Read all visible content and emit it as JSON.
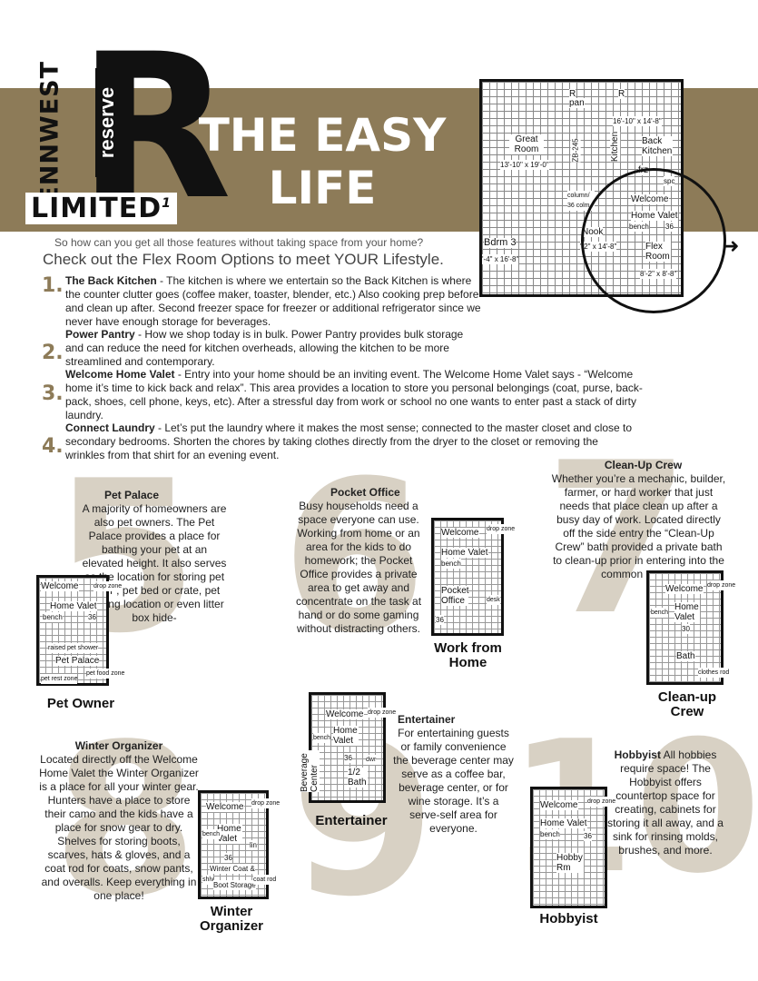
{
  "brand": {
    "pennwest": "PENNWEST",
    "reserve": "reserve",
    "letter": "R",
    "limited": "LIMITED",
    "superscript": "1"
  },
  "title": {
    "line1": "THE EASY",
    "line2": "LIFE"
  },
  "main_plan": {
    "labels": [
      "R",
      "pan",
      "R",
      "16'-10\" x 14'-8\"",
      "Great Room",
      "13'-10\" x 19'-0\"",
      "ZB-245",
      "Kitchen",
      "Back Kitchen",
      "frz",
      "spc",
      "Welcome",
      "Home Valet",
      "bench",
      "36",
      "Nook",
      "Flex Room",
      "Bdrm 3",
      "column/ 36 colm",
      "'-2\" x 14'-8\"",
      "8'-2\" x 8'-8\"",
      "'-4\" x 16'-8\""
    ]
  },
  "intro": {
    "question": "So how can you get all those features without taking space from your home?",
    "headline": "Check out the Flex Room Options to meet YOUR Lifestyle."
  },
  "features": [
    {
      "num": "1.",
      "name": "The Back Kitchen",
      "text": " - The kitchen is where we entertain so the Back Kitchen is where the counter clutter goes (coffee maker, toaster, blender, etc.) Also cooking prep before and clean up after. Second freezer space for freezer or additional refrigerator since we never have enough storage for beverages."
    },
    {
      "num": "2.",
      "name": "Power Pantry",
      "text": " - How we shop today is in bulk. Power Pantry provides bulk storage and can reduce the need for kitchen overheads, allowing the kitchen to be more streamlined and contemporary."
    },
    {
      "num": "3.",
      "name": "Welcome Home Valet",
      "text": " - Entry into your home should be an inviting event. The Welcome Home Valet says - “Welcome home it’s time to kick back and relax”. This area provides a location to store you personal belongings (coat, purse, back-pack, shoes, cell phone, keys, etc). After a stressful day from work or school no one wants to enter past a stack of dirty laundry."
    },
    {
      "num": "4.",
      "name": "Connect Laundry",
      "text": " - Let’s put the laundry where it makes the most sense; connected to the master closet and close to secondary bedrooms. Shorten the chores by taking clothes directly from the dryer to the closet or removing the wrinkles from that shirt for an evening event."
    }
  ],
  "options": [
    {
      "bignum": "5",
      "title": "Pet Palace",
      "text": "A majority of homeowners are also pet owners. The Pet Palace provides a place for bathing your pet at an elevated height. It also serves as the location for storing pet “stuff”, pet bed or crate, pet feeding location or even litter box hide-",
      "caption": "Pet Owner",
      "plan_labels": [
        "Welcome",
        "drop zone",
        "Home Valet",
        "bench",
        "36",
        "raised pet shower",
        "Pet Palace",
        "pet rest zone",
        "pet food zone"
      ]
    },
    {
      "bignum": "6",
      "title": "Pocket Office",
      "text": "Busy households need a space everyone can use. Working from home or an area for the kids to do homework; the Pocket Office provides a private area to get away and concentrate on the task at hand or do some gaming without distracting others.",
      "caption": "Work from Home",
      "plan_labels": [
        "Welcome",
        "drop zone",
        "Home Valet",
        "bench",
        "Pocket Office",
        "36",
        "desk"
      ]
    },
    {
      "bignum": "7",
      "title": "Clean-Up Crew",
      "text": "Whether you’re a mechanic, builder, farmer, or hard worker that just needs that place clean up after a busy day of work. Located directly off the side entry the “Clean-Up Crew” bath provided a private bath to clean-up prior in entering into the common areas.",
      "caption": "Clean-up Crew",
      "plan_labels": [
        "Welcome",
        "drop zone",
        "Home Valet",
        "30",
        "bench",
        "Bath",
        "clothes rod"
      ]
    },
    {
      "bignum": "8",
      "title": "Winter Organizer",
      "text": "Located directly off the Welcome Home Valet the Winter Organizer is a place for all your winter gear. Hunters have a place to store their camo and the kids have a place for snow gear to dry. Shelves for storing boots, scarves, hats & gloves, and a coat rod for coats, snow pants, and overalls. Keep everything in one place!",
      "caption": "Winter Organizer",
      "plan_labels": [
        "Welcome",
        "drop zone",
        "Home Valet",
        "bench",
        "lin",
        "36",
        "Winter Coat &",
        "Boot Storage",
        "coat rod",
        "shlv"
      ]
    },
    {
      "bignum": "9",
      "title": "Entertainer",
      "text": "For entertaining guests or family convenience the beverage center may serve as a coffee bar, beverage center, or for wine storage. It’s a serve-self area for everyone.",
      "caption": "Entertainer",
      "plan_labels": [
        "Welcome",
        "drop zone",
        "Home Valet",
        "bench",
        "dwr",
        "1/2 Bath",
        "Beverage Center",
        "36"
      ]
    },
    {
      "bignum": "10",
      "title": "Hobbyist",
      "text": "All hobbies require space! The Hobbyist offers countertop space for creating, cabinets for storing it all away, and a sink for rinsing molds, brushes, and more.",
      "caption": "Hobbyist",
      "plan_labels": [
        "Welcome",
        "drop zone",
        "Home Valet",
        "bench",
        "36",
        "Hobby Rm"
      ]
    }
  ]
}
